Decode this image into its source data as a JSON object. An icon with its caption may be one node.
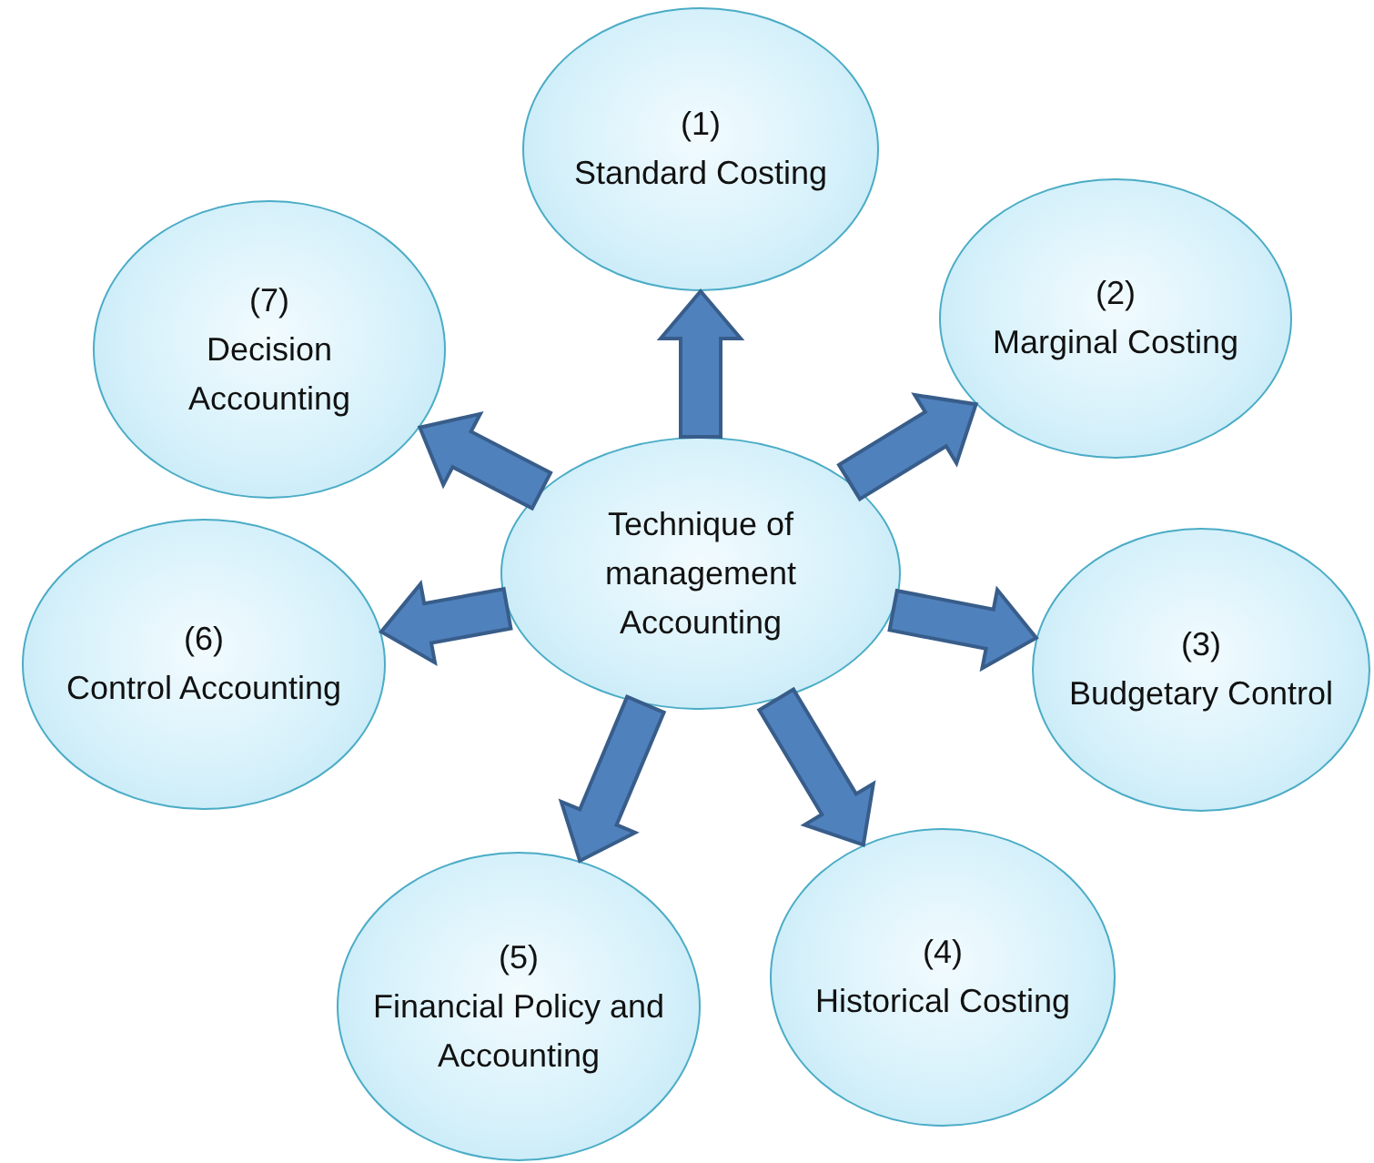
{
  "diagram": {
    "nodes": [
      {
        "text": [
          "Technique of management Accounting"
        ]
      },
      {
        "text": [
          "(1)",
          "Standard Costing"
        ]
      },
      {
        "text": [
          "(2)",
          "Marginal Costing"
        ]
      },
      {
        "text": [
          "(3)",
          "Budgetary Control"
        ]
      },
      {
        "text": [
          "(4)",
          "Historical Costing"
        ]
      },
      {
        "text": [
          "(5)",
          "Financial Policy and Accounting"
        ]
      },
      {
        "text": [
          "(6)",
          "Control Accounting"
        ]
      },
      {
        "text": [
          "(7)",
          "Decision Accounting"
        ]
      }
    ],
    "edges": [
      {
        "from": 0,
        "to": 1,
        "arrow": "to"
      },
      {
        "from": 0,
        "to": 2,
        "arrow": "to"
      },
      {
        "from": 0,
        "to": 3,
        "arrow": "to"
      },
      {
        "from": 0,
        "to": 4,
        "arrow": "to"
      },
      {
        "from": 0,
        "to": 5,
        "arrow": "to"
      },
      {
        "from": 0,
        "to": 6,
        "arrow": "to"
      },
      {
        "from": 0,
        "to": 7,
        "arrow": "to"
      }
    ]
  }
}
